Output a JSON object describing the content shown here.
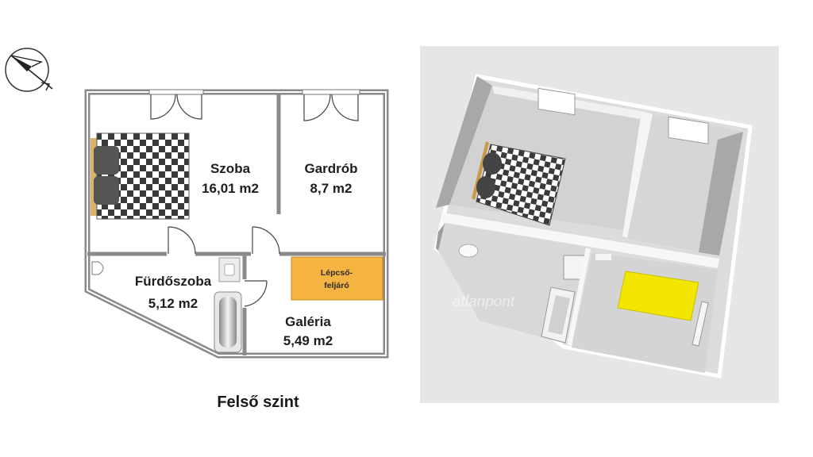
{
  "floorplan": {
    "rooms": [
      {
        "id": "szoba",
        "name": "Szoba",
        "area": "16,01 m2"
      },
      {
        "id": "gardrob",
        "name": "Gardrób",
        "area": "8,7 m2"
      },
      {
        "id": "furdoszoba",
        "name": "Fürdőszoba",
        "area": "5,12 m2"
      },
      {
        "id": "galeria",
        "name": "Galéria",
        "area": "5,49 m2"
      }
    ],
    "stairs": {
      "line1": "Lépcső-",
      "line2": "feljáró",
      "color": "#f5b342"
    },
    "floor_title": "Felső szint"
  },
  "render3d": {
    "watermark": "atlanpont",
    "stair_color": "#f2e600",
    "background": "#e6e6e6"
  }
}
